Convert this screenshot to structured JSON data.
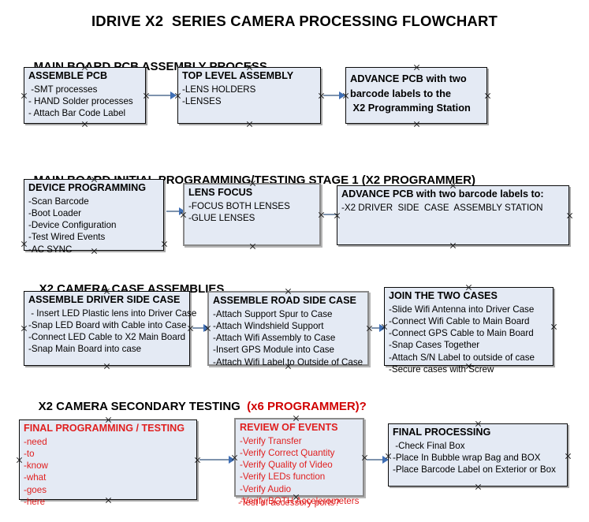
{
  "document": {
    "title": "IDRIVE X2  SERIES CAMERA PROCESSING FLOWCHART"
  },
  "colors": {
    "box_fill": "#e4eaf4",
    "box_border_black": "#0a0a0a",
    "box_border_gray": "#8a8a8a",
    "arrow_line": "#7e93ad",
    "arrow_head": "#3f6fb5",
    "text": "#000000",
    "accent_red": "#e02020",
    "title_red": "#d00000"
  },
  "sections": [
    {
      "id": "main-board-pcb-assembly",
      "title": "MAIN BOARD PCB ASSEMBLY PROCESS",
      "title_accent": "",
      "boxes": [
        {
          "id": "assemble-pcb",
          "header": "ASSEMBLE PCB",
          "lines": [
            " -SMT processes",
            "- HAND Solder processes",
            "- Attach Bar Code Label"
          ]
        },
        {
          "id": "top-level-assembly",
          "header": "TOP LEVEL ASSEMBLY",
          "lines": [
            "-LENS HOLDERS",
            "-LENSES"
          ]
        },
        {
          "id": "advance-pcb-x2-programming-station",
          "header": "ADVANCE PCB with two\nbarcode labels to the\n X2 Programming Station",
          "lines": []
        }
      ]
    },
    {
      "id": "main-board-initial-programming",
      "title": "MAIN BOARD INITIAL PROGRAMMING/TESTING STAGE 1 (X2 PROGRAMMER)",
      "title_accent": "",
      "boxes": [
        {
          "id": "device-programming",
          "header": "DEVICE PROGRAMMING",
          "lines": [
            "-Scan Barcode",
            "-Boot Loader",
            "-Device Configuration",
            "-Test Wired Events",
            "-AC SYNC"
          ]
        },
        {
          "id": "lens-focus",
          "header": "LENS FOCUS",
          "lines": [
            "-FOCUS BOTH LENSES",
            "-GLUE LENSES"
          ]
        },
        {
          "id": "advance-pcb-driver-side-case",
          "header": "ADVANCE PCB with two barcode labels to:",
          "lines": [
            "-X2 DRIVER  SIDE  CASE  ASSEMBLY STATION"
          ]
        }
      ]
    },
    {
      "id": "x2-camera-case-assemblies",
      "title": "X2 CAMERA CASE ASSEMBLIES",
      "title_accent": "",
      "boxes": [
        {
          "id": "assemble-driver-side-case",
          "header": "ASSEMBLE DRIVER SIDE CASE",
          "lines": [
            " - Insert LED Plastic lens into Driver Case",
            "-Snap LED Board with Cable into Case",
            "-Connect LED Cable to X2 Main Board",
            "-Snap Main Board into case"
          ]
        },
        {
          "id": "assemble-road-side-case",
          "header": "ASSEMBLE ROAD SIDE CASE",
          "lines": [
            "-Attach Support Spur to Case",
            "-Attach Windshield Support",
            "-Attach Wifi Assembly to Case",
            "-Insert GPS Module into Case",
            "-Attach Wifi Label to Outside of Case"
          ]
        },
        {
          "id": "join-the-two-cases",
          "header": "JOIN THE TWO CASES",
          "lines": [
            "-Slide Wifi Antenna into Driver Case",
            "-Connect Wifi Cable to Main Board",
            "-Connect GPS Cable to Main Board",
            "-Snap Cases Together",
            "-Attach S/N Label to outside of case",
            "-Secure cases with Screw"
          ]
        }
      ]
    },
    {
      "id": "x2-camera-secondary-testing",
      "title": "X2 CAMERA SECONDARY TESTING  ",
      "title_accent": "(x6 PROGRAMMER)?",
      "boxes": [
        {
          "id": "final-programming-testing",
          "header": "FINAL PROGRAMMING / TESTING",
          "lines": [
            "-need",
            "-to",
            "-know",
            "-what",
            "-goes",
            "-here"
          ]
        },
        {
          "id": "review-of-events",
          "header": "REVIEW OF EVENTS",
          "lines": [
            "-Verify Transfer",
            "-Verify Correct Quantity",
            "-Verify Quality of Video",
            "-Verify LEDs function",
            "-Verify Audio",
            "-Verify BOTH Accelerometers"
          ],
          "overflow_line": "-Test of accessory ports?"
        },
        {
          "id": "final-processing",
          "header": "FINAL PROCESSING",
          "lines": [
            " -Check Final Box",
            "-Place In Bubble wrap Bag and BOX",
            "-Place Barcode Label on Exterior or Box"
          ]
        }
      ]
    }
  ]
}
